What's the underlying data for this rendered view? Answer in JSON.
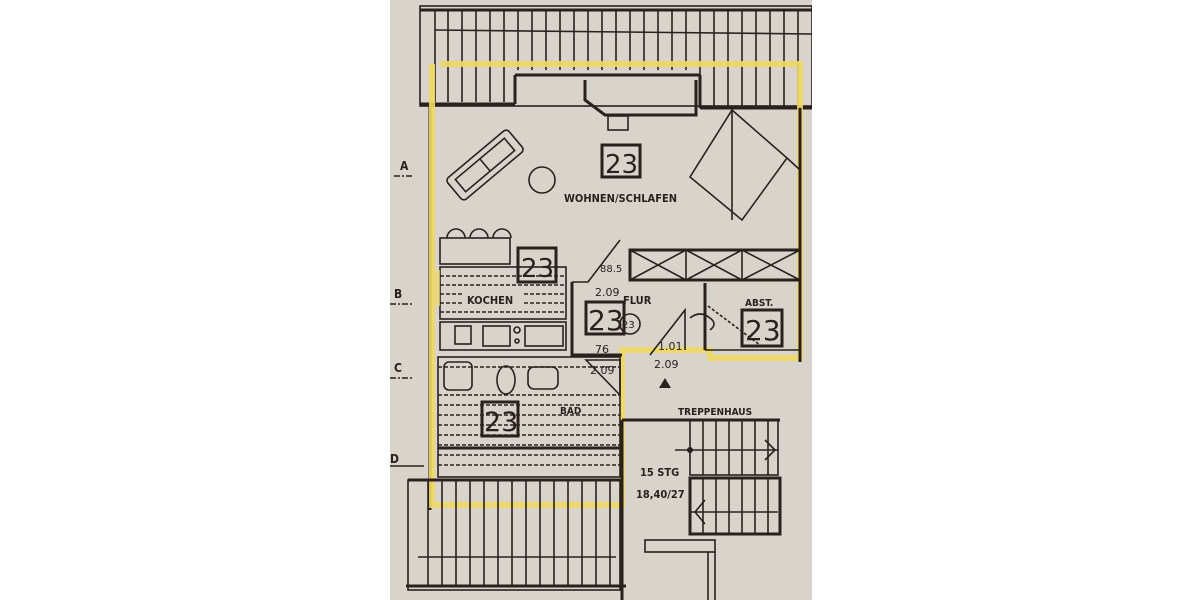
{
  "plan": {
    "background_color": "#d8d4cc",
    "line_color": "#2a211d",
    "highlight_color": "#efd866",
    "axis_labels": [
      "A",
      "B",
      "C",
      "D"
    ],
    "rooms": [
      {
        "name": "WOHNEN/SCHLAFEN",
        "height_code": "23"
      },
      {
        "name": "KOCHEN",
        "height_code": "23"
      },
      {
        "name": "FLUR",
        "height_code": "23",
        "secondary_code": "23"
      },
      {
        "name": "ABST.",
        "height_code": "23"
      },
      {
        "name": "BAD",
        "height_code": "23"
      },
      {
        "name": "TREPPENHAUS"
      }
    ],
    "dimensions": {
      "door_flur_top_a": "88.5",
      "door_flur_top_b": "2.09",
      "door_flur_bottom_a": "76",
      "door_flur_bottom_b": "2.09",
      "door_entry_a": "1.01",
      "door_entry_b": "2.09"
    },
    "stair": {
      "steps": "15 STG",
      "ratio": "18,40/27"
    }
  }
}
